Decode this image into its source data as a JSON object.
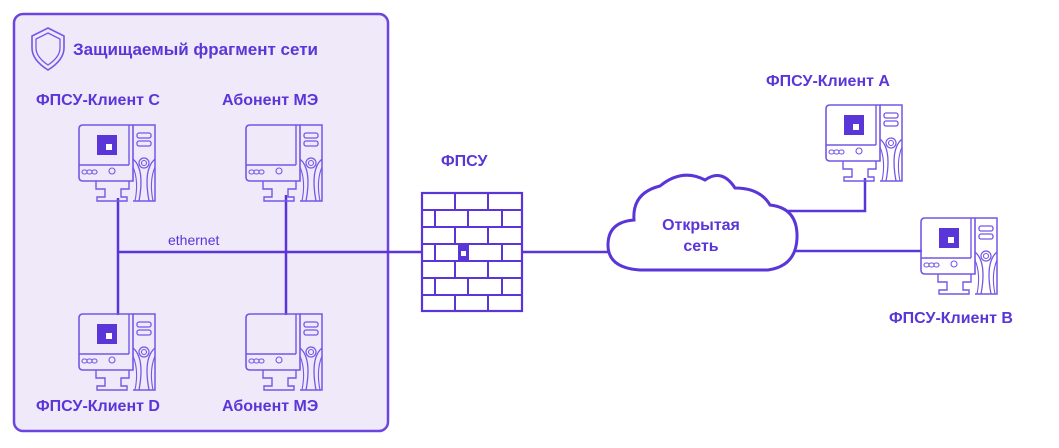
{
  "zone": {
    "title": "Защищаемый фрагмент сети",
    "icon": "shield-icon"
  },
  "nodes": {
    "client_c": {
      "label": "ФПСУ-Клиент С",
      "icon": "computer-secured-icon"
    },
    "abonent_top": {
      "label": "Абонент  МЭ",
      "icon": "computer-icon"
    },
    "client_d": {
      "label": "ФПСУ-Клиент D",
      "icon": "computer-secured-icon"
    },
    "abonent_bottom": {
      "label": "Абонент  МЭ",
      "icon": "computer-icon"
    },
    "fpsu": {
      "label": "ФПСУ",
      "icon": "firewall-brick-wall-icon"
    },
    "cloud": {
      "label_line1": "Открытая",
      "label_line2": "сеть",
      "icon": "cloud-icon"
    },
    "client_a": {
      "label": "ФПСУ-Клиент А",
      "icon": "computer-secured-icon"
    },
    "client_b": {
      "label": "ФПСУ-Клиент В",
      "icon": "computer-secured-icon"
    }
  },
  "links": {
    "bus_label": "ethernet"
  },
  "colors": {
    "accent": "#5a35d8",
    "zone_fill": "#efe9fa",
    "zone_border": "#6a45e0",
    "icon_stroke": "#7457e6"
  }
}
